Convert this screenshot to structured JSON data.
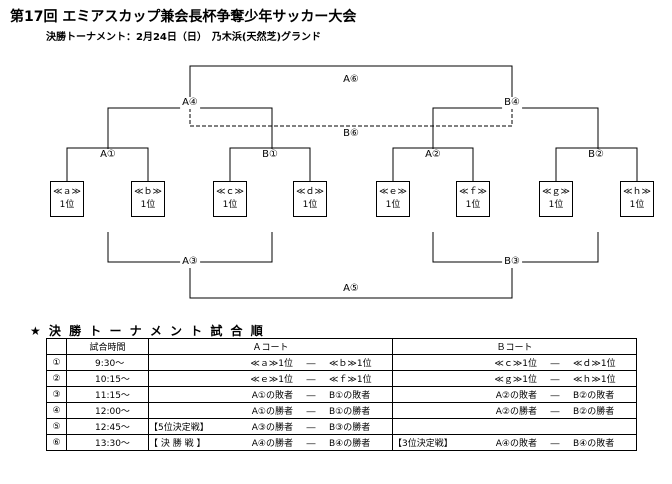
{
  "header": {
    "title": "第17回 エミアスカップ兼会長杯争奪少年サッカー大会",
    "subtitle": "決勝トーナメント：2月24日（日）　乃木浜(天然芝)グランド"
  },
  "bracket": {
    "teams": [
      {
        "label": "≪ａ≫",
        "rank": "1位"
      },
      {
        "label": "≪ｂ≫",
        "rank": "1位"
      },
      {
        "label": "≪ｃ≫",
        "rank": "1位"
      },
      {
        "label": "≪ｄ≫",
        "rank": "1位"
      },
      {
        "label": "≪ｅ≫",
        "rank": "1位"
      },
      {
        "label": "≪ｆ≫",
        "rank": "1位"
      },
      {
        "label": "≪ｇ≫",
        "rank": "1位"
      },
      {
        "label": "≪ｈ≫",
        "rank": "1位"
      }
    ],
    "matches": {
      "a1": "A①",
      "b1": "B①",
      "a2": "A②",
      "b2": "B②",
      "a4": "A④",
      "b4": "B④",
      "a6": "A⑥",
      "b6": "B⑥",
      "a3": "A③",
      "b3": "B③",
      "a5": "A⑤"
    }
  },
  "schedule": {
    "heading": "★ 決 勝 ト ー ナ メ ン ト 試 合 順",
    "headers": {
      "time": "試合時間",
      "court_a": "Ａコート",
      "court_b": "Ｂコート"
    },
    "rows": [
      {
        "no": "①",
        "time": "9:30～",
        "a": {
          "tag": "",
          "t1": "≪ａ≫1位",
          "vs": "―",
          "t2": "≪ｂ≫1位"
        },
        "b": {
          "tag": "",
          "t1": "≪ｃ≫1位",
          "vs": "―",
          "t2": "≪ｄ≫1位"
        }
      },
      {
        "no": "②",
        "time": "10:15～",
        "a": {
          "tag": "",
          "t1": "≪ｅ≫1位",
          "vs": "―",
          "t2": "≪ｆ≫1位"
        },
        "b": {
          "tag": "",
          "t1": "≪ｇ≫1位",
          "vs": "―",
          "t2": "≪ｈ≫1位"
        }
      },
      {
        "no": "③",
        "time": "11:15～",
        "a": {
          "tag": "",
          "t1": "A①の敗者",
          "vs": "―",
          "t2": "B①の敗者"
        },
        "b": {
          "tag": "",
          "t1": "A②の敗者",
          "vs": "―",
          "t2": "B②の敗者"
        }
      },
      {
        "no": "④",
        "time": "12:00～",
        "a": {
          "tag": "",
          "t1": "A①の勝者",
          "vs": "―",
          "t2": "B①の勝者"
        },
        "b": {
          "tag": "",
          "t1": "A②の勝者",
          "vs": "―",
          "t2": "B②の勝者"
        }
      },
      {
        "no": "⑤",
        "time": "12:45～",
        "a": {
          "tag": "【5位決定戦】",
          "t1": "A③の勝者",
          "vs": "―",
          "t2": "B③の勝者"
        },
        "b": {
          "tag": "",
          "t1": "",
          "vs": "",
          "t2": ""
        }
      },
      {
        "no": "⑥",
        "time": "13:30～",
        "a": {
          "tag": "【 決 勝 戦 】",
          "t1": "A④の勝者",
          "vs": "―",
          "t2": "B④の勝者"
        },
        "b": {
          "tag": "【3位決定戦】",
          "t1": "A④の敗者",
          "vs": "―",
          "t2": "B④の敗者"
        }
      }
    ]
  }
}
